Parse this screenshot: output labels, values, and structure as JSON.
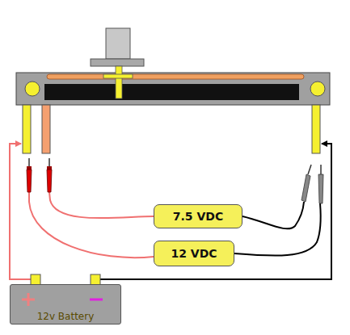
{
  "diagram": {
    "nodes": [
      {
        "text": [
          "7.5 VDC"
        ]
      },
      {
        "text": [
          "12 VDC"
        ]
      },
      {
        "text": [
          "12v Battery"
        ]
      }
    ]
  }
}
